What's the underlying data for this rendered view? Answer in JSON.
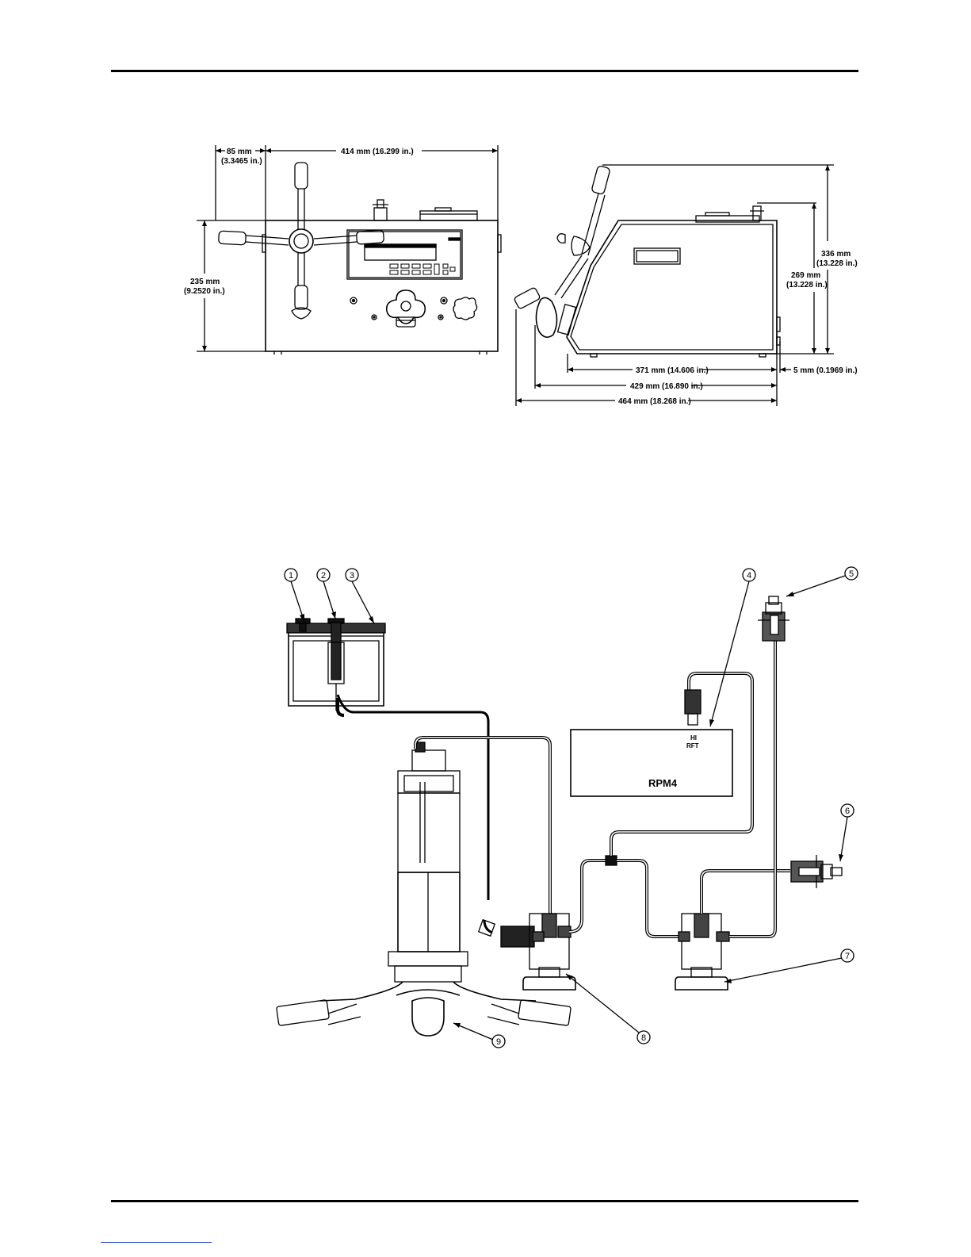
{
  "figure_top": {
    "dims": {
      "front_width_offset": "85 mm",
      "front_width_offset_in": "(3.3465 in.)",
      "front_width": "414 mm (16.299 in.)",
      "front_height": "235 mm",
      "front_height_in": "(9.2520 in.)",
      "side_total_height": "336 mm",
      "side_total_height_in": "(13.228 in.)",
      "side_body_height": "269 mm",
      "side_body_height_in": "(13.228 in.)",
      "side_base": "371 mm (14.606 in.)",
      "side_foot": "5 mm (0.1969 in.)",
      "side_mid": "429 mm (16.890 in.)",
      "side_total": "464 mm (18.268 in.)"
    }
  },
  "figure_bottom": {
    "rpm_label": "RPM4",
    "port_label_hi": "HI",
    "port_label_rft": "RFT",
    "callouts": [
      "1",
      "2",
      "3",
      "4",
      "5",
      "6",
      "7",
      "8",
      "9"
    ]
  },
  "colors": {
    "line": "#000000",
    "link": "#1f3fd0"
  }
}
